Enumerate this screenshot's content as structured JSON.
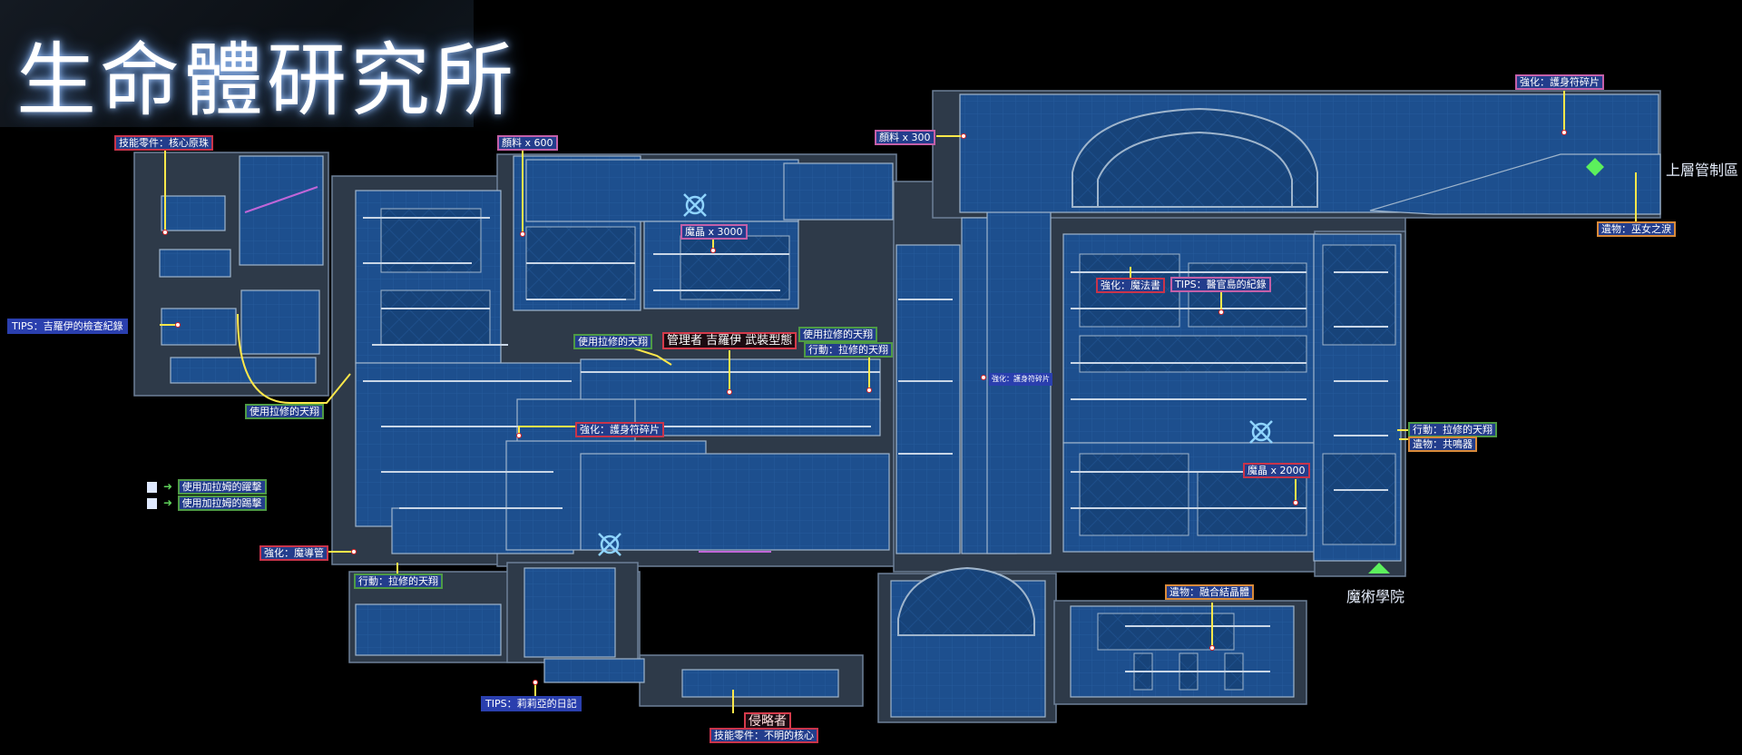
{
  "title": "生命體研究所",
  "exits": {
    "upper": "上層管制區",
    "academy": "魔術學院"
  },
  "legend": [
    {
      "text": "使用加拉姆的躍擊"
    },
    {
      "text": "使用加拉姆的踢擊"
    }
  ],
  "labels": {
    "skill_core": "技能零件：核心原珠",
    "dye600": "顏料 x 600",
    "dye300": "顏料 x 300",
    "amulet_top": "強化：護身符碎片",
    "relic_witch": "遺物：巫女之淚",
    "crystal3000": "魔晶 x 3000",
    "magic_book": "強化：魔法書",
    "tips_medical": "TIPS：醫官島的紀錄",
    "tips_giroy": "TIPS：吉羅伊的檢查紀錄",
    "flight_left": "使用拉修的天翔",
    "flight_mid": "使用拉修的天翔",
    "flight_right": "使用拉修的天翔",
    "action_flight_mid": "行動：拉修的天翔",
    "boss_giroy": "管理者 吉羅伊 武裝型態",
    "amulet_mid": "強化：護身符碎片",
    "small_label": "強化：護身符碎片",
    "action_flight_right": "行動：拉修的天翔",
    "relic_resonator": "遺物：共鳴器",
    "crystal2000": "魔晶 x 2000",
    "magic_tube": "強化：魔導管",
    "action_flight_bottom": "行動：拉修的天翔",
    "relic_fusion": "遺物：融合結晶體",
    "tips_lilia": "TIPS：莉莉亞的日記",
    "boss_invader": "侵略者",
    "skill_unknown": "技能零件：不明的核心"
  },
  "colors": {
    "room_fill": "#1d4f8e",
    "room_dark": "#163f74",
    "wall": "#7d93ad",
    "corridor": "#3c4b5e",
    "marker": "#ffe84a",
    "legend_arrow": "#5fd35b",
    "save_green": "#5cf05c",
    "warp_blue": "#8fd4ff"
  }
}
